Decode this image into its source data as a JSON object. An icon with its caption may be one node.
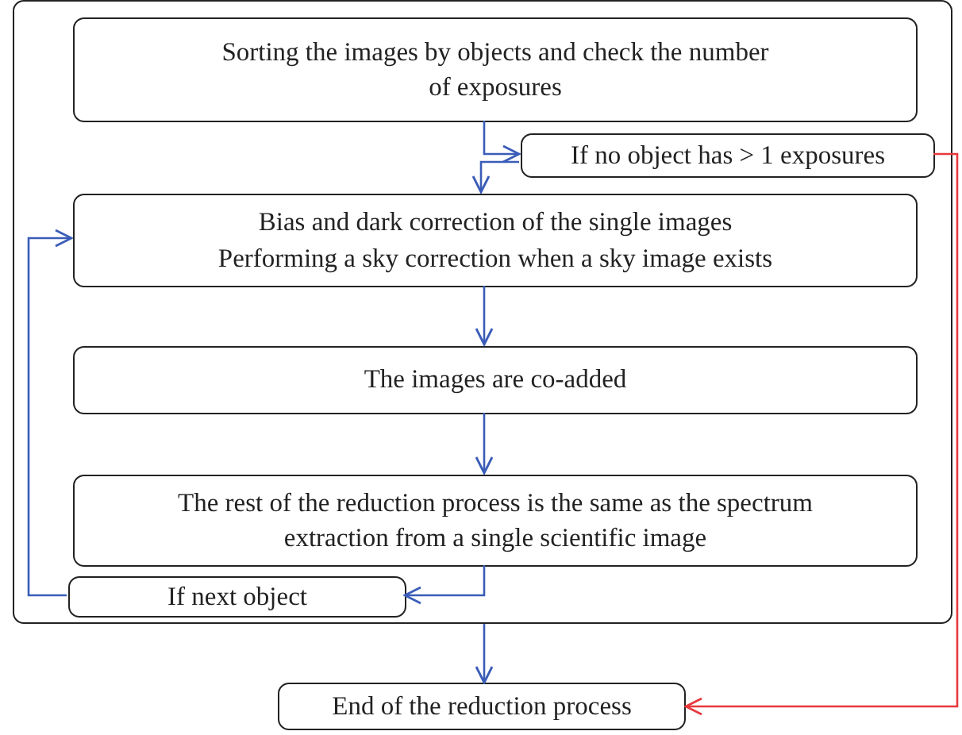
{
  "diagram": {
    "nodes": [
      {
        "text": [],
        "shape": "box"
      },
      {
        "text": [
          "Sorting the images by objects and check the number of exposures"
        ],
        "in": 0
      },
      {
        "text": [
          "If no object has > 1 exposures"
        ],
        "in": 0
      },
      {
        "text": [
          "Bias and dark correction of the single images",
          "Performing a sky correction when a sky image exists"
        ],
        "in": 0
      },
      {
        "text": [
          "The images are co-added"
        ],
        "in": 0
      },
      {
        "text": [
          "The rest of the reduction process is the same as the spectrum extraction from a single scientific image"
        ],
        "in": 0
      },
      {
        "text": [
          "If next object"
        ],
        "in": 0
      },
      {
        "text": [
          "End of the reduction process"
        ]
      }
    ],
    "edges": [
      {
        "from": 1,
        "to": 2,
        "arrow": "to"
      },
      {
        "from": 2,
        "to": 3,
        "arrow": "to"
      },
      {
        "from": 2,
        "to": 7,
        "arrow": "to",
        "color": "#e8383d"
      },
      {
        "from": 3,
        "to": 4,
        "arrow": "to"
      },
      {
        "from": 4,
        "to": 5,
        "arrow": "to"
      },
      {
        "from": 5,
        "to": 6,
        "arrow": "to"
      },
      {
        "from": 6,
        "to": 3,
        "arrow": "to"
      },
      {
        "from": 0,
        "to": 7,
        "arrow": "to"
      }
    ]
  }
}
